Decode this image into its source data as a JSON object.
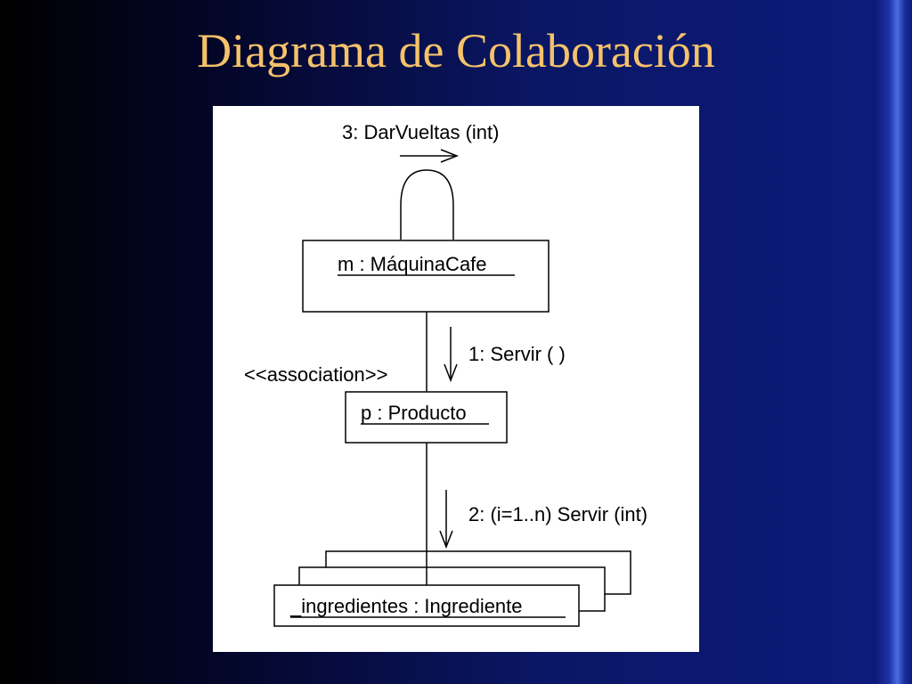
{
  "slide": {
    "title": "Diagrama de Colaboración"
  },
  "diagram": {
    "objects": {
      "maquina": "m : MáquinaCafe",
      "producto": "p : Producto",
      "ingredientes": "_ingredientes : Ingrediente"
    },
    "messages": {
      "self_call": "3: DarVueltas (int)",
      "servir": "1: Servir ( )",
      "servir_multi": "2: (i=1..n) Servir (int)"
    },
    "link_stereotype": "<<association>>"
  }
}
